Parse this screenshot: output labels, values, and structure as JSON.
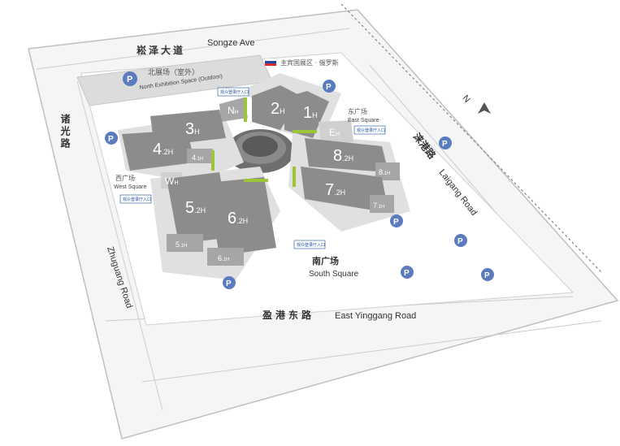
{
  "roads": {
    "north_cn": "崧泽大道",
    "north_en": "Songze Ave",
    "west_cn": "诸光路",
    "west_en": "Zhuguang Road",
    "south_cn": "盈港东路",
    "south_en": "East Yinggang Road",
    "east_cn": "涞港路",
    "east_en": "Laigang Road"
  },
  "north_exhibition": {
    "cn": "北展场（室外）",
    "en": "North Exhibition Space (Outdoor)"
  },
  "guest_country": {
    "cn": "主宾国展区 · 俄罗斯"
  },
  "squares": {
    "east_cn": "东广场",
    "east_en": "East Square",
    "west_cn": "西广场",
    "west_en": "West Square",
    "south_cn": "南广场",
    "south_en": "South Square"
  },
  "halls": [
    {
      "id": "1",
      "num": "1",
      "sub": "H"
    },
    {
      "id": "2",
      "num": "2",
      "sub": "H"
    },
    {
      "id": "3",
      "num": "3",
      "sub": "H"
    },
    {
      "id": "4-2",
      "num": "4",
      "sub": ".2H"
    },
    {
      "id": "4-1",
      "num": "4",
      "sub": ".1H"
    },
    {
      "id": "5-2",
      "num": "5",
      "sub": ".2H"
    },
    {
      "id": "5-1",
      "num": "5",
      "sub": ".1H"
    },
    {
      "id": "6-2",
      "num": "6",
      "sub": ".2H"
    },
    {
      "id": "6-1",
      "num": "6",
      "sub": ".1H"
    },
    {
      "id": "7-2",
      "num": "7",
      "sub": ".2H"
    },
    {
      "id": "7-1",
      "num": "7",
      "sub": ".1H"
    },
    {
      "id": "8-2",
      "num": "8",
      "sub": ".2H"
    },
    {
      "id": "8-1",
      "num": "8",
      "sub": ".1H"
    },
    {
      "id": "n",
      "num": "N",
      "sub": "H"
    },
    {
      "id": "e",
      "num": "E",
      "sub": "H"
    },
    {
      "id": "w",
      "num": "W",
      "sub": "H"
    }
  ],
  "parking": {
    "label": "P"
  },
  "compass": {
    "label": "N"
  },
  "entrance_label": "观众登录厅入口",
  "colors": {
    "hall": "#8c8c8c",
    "hall_light": "#a6a6a6",
    "ground": "#eeeeee",
    "parking": "#5b7bbf",
    "green_strip": "#9ec43a",
    "entrance": "#1a4f9e"
  }
}
